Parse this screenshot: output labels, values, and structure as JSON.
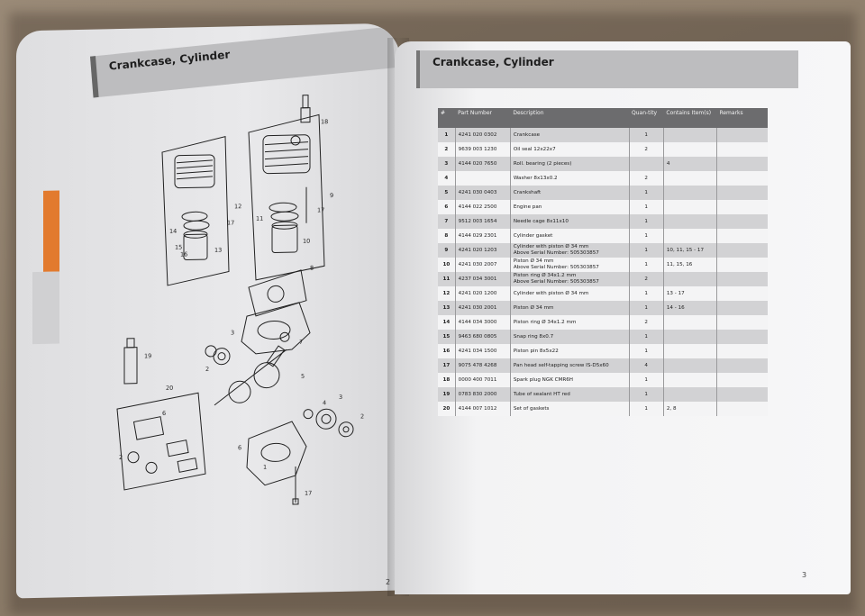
{
  "left_page": {
    "title": "Crankcase, Cylinder",
    "page_number": "2",
    "diagram_labels": [
      "18",
      "12",
      "9",
      "17",
      "17",
      "11",
      "10",
      "14",
      "15",
      "16",
      "13",
      "8",
      "3",
      "7",
      "19",
      "2",
      "5",
      "20",
      "6",
      "4",
      "3",
      "2",
      "6",
      "2",
      "1",
      "17"
    ]
  },
  "right_page": {
    "title": "Crankcase, Cylinder",
    "page_number": "3",
    "table": {
      "headers": [
        "#",
        "Part Number",
        "Description",
        "Quan-tity",
        "Contains Item(s)",
        "Remarks"
      ],
      "rows": [
        {
          "num": "1",
          "part": "4241 020 0302",
          "desc": "Crankcase",
          "desc2": "",
          "qty": "1",
          "contains": "",
          "remarks": ""
        },
        {
          "num": "2",
          "part": "9639 003 1230",
          "desc": "Oil seal 12x22x7",
          "desc2": "",
          "qty": "2",
          "contains": "",
          "remarks": ""
        },
        {
          "num": "3",
          "part": "4144 020 7650",
          "desc": "Roll. bearing (2 pieces)",
          "desc2": "",
          "qty": "",
          "contains": "4",
          "remarks": ""
        },
        {
          "num": "4",
          "part": "",
          "desc": "Washer 8x13x0.2",
          "desc2": "",
          "qty": "2",
          "contains": "",
          "remarks": ""
        },
        {
          "num": "5",
          "part": "4241 030 0403",
          "desc": "Crankshaft",
          "desc2": "",
          "qty": "1",
          "contains": "",
          "remarks": ""
        },
        {
          "num": "6",
          "part": "4144 022 2500",
          "desc": "Engine pan",
          "desc2": "",
          "qty": "1",
          "contains": "",
          "remarks": ""
        },
        {
          "num": "7",
          "part": "9512 003 1654",
          "desc": "Needle cage 8x11x10",
          "desc2": "",
          "qty": "1",
          "contains": "",
          "remarks": ""
        },
        {
          "num": "8",
          "part": "4144 029 2301",
          "desc": "Cylinder gasket",
          "desc2": "",
          "qty": "1",
          "contains": "",
          "remarks": ""
        },
        {
          "num": "9",
          "part": "4241 020 1203",
          "desc": "Cylinder with piston Ø 34 mm",
          "desc2": "Above Serial Number: 505303857",
          "qty": "1",
          "contains": "10, 11, 15 - 17",
          "remarks": ""
        },
        {
          "num": "10",
          "part": "4241 030 2007",
          "desc": "Piston Ø 34 mm",
          "desc2": "Above Serial Number: 505303857",
          "qty": "1",
          "contains": "11, 15, 16",
          "remarks": ""
        },
        {
          "num": "11",
          "part": "4237 034 3001",
          "desc": "Piston ring Ø 34x1.2 mm",
          "desc2": "Above Serial Number: 505303857",
          "qty": "2",
          "contains": "",
          "remarks": ""
        },
        {
          "num": "12",
          "part": "4241 020 1200",
          "desc": "Cylinder with piston Ø 34 mm",
          "desc2": "",
          "qty": "1",
          "contains": "13 - 17",
          "remarks": ""
        },
        {
          "num": "13",
          "part": "4241 030 2001",
          "desc": "Piston Ø 34 mm",
          "desc2": "",
          "qty": "1",
          "contains": "14 - 16",
          "remarks": ""
        },
        {
          "num": "14",
          "part": "4144 034 3000",
          "desc": "Piston ring Ø 34x1.2 mm",
          "desc2": "",
          "qty": "2",
          "contains": "",
          "remarks": ""
        },
        {
          "num": "15",
          "part": "9463 680 0805",
          "desc": "Snap ring 8x0.7",
          "desc2": "",
          "qty": "1",
          "contains": "",
          "remarks": ""
        },
        {
          "num": "16",
          "part": "4241 034 1500",
          "desc": "Piston pin 8x5x22",
          "desc2": "",
          "qty": "1",
          "contains": "",
          "remarks": ""
        },
        {
          "num": "17",
          "part": "9075 478 4268",
          "desc": "Pan head self-tapping screw IS-D5x60",
          "desc2": "",
          "qty": "4",
          "contains": "",
          "remarks": ""
        },
        {
          "num": "18",
          "part": "0000 400 7011",
          "desc": "Spark plug NGK CMR6H",
          "desc2": "",
          "qty": "1",
          "contains": "",
          "remarks": ""
        },
        {
          "num": "19",
          "part": "0783 830 2000",
          "desc": "Tube of sealant HT red",
          "desc2": "",
          "qty": "1",
          "contains": "",
          "remarks": ""
        },
        {
          "num": "20",
          "part": "4144 007 1012",
          "desc": "Set of gaskets",
          "desc2": "",
          "qty": "1",
          "contains": "2, 8",
          "remarks": ""
        }
      ]
    }
  },
  "colors": {
    "table_header": "#6c6c6e",
    "row_dark": "#d2d2d4",
    "row_light": "#f4f4f5",
    "title_bar": "#bdbdbf",
    "accent_tab": "#e27a2e",
    "table_surface": "#8d7d6a"
  }
}
